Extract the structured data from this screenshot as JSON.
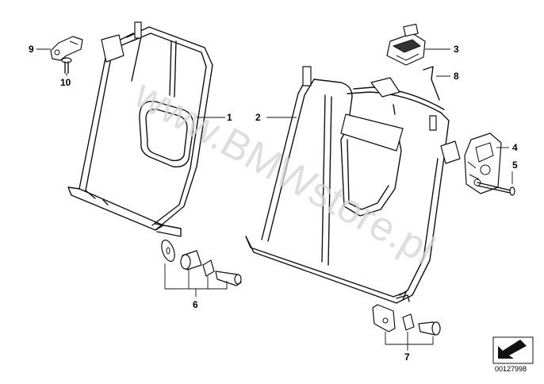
{
  "watermark": "www.BMWstore.pl",
  "document_number": "00127998",
  "callouts": [
    {
      "id": "c1",
      "label": "1"
    },
    {
      "id": "c2",
      "label": "2"
    },
    {
      "id": "c3",
      "label": "3"
    },
    {
      "id": "c4",
      "label": "4"
    },
    {
      "id": "c5",
      "label": "5"
    },
    {
      "id": "c6",
      "label": "6"
    },
    {
      "id": "c7",
      "label": "7"
    },
    {
      "id": "c8",
      "label": "8"
    },
    {
      "id": "c9",
      "label": "9"
    },
    {
      "id": "c10",
      "label": "10"
    }
  ]
}
